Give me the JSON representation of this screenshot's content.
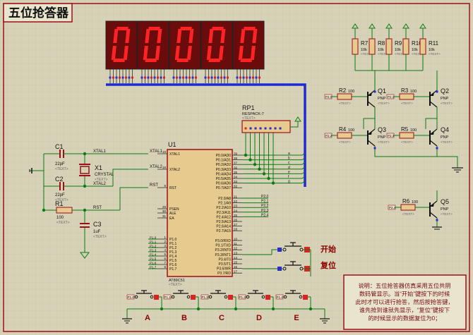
{
  "title": "五位抢答器",
  "display": {
    "digits": [
      "0",
      "0",
      "0",
      "0",
      "0"
    ],
    "color": "#ff2323",
    "bg": "#6a0c0c"
  },
  "mcu": {
    "ref": "U1",
    "part": "AT89C51",
    "text_tag": "<TEXT>",
    "left_pins": [
      {
        "num": "19",
        "name": "XTAL1"
      },
      {
        "num": "18",
        "name": "XTAL2"
      },
      {
        "num": "9",
        "name": "RST"
      },
      {
        "num": "29",
        "name": "PSEN"
      },
      {
        "num": "30",
        "name": "ALE"
      },
      {
        "num": "31",
        "name": "EA"
      },
      {
        "num": "1",
        "name": "P1.0"
      },
      {
        "num": "2",
        "name": "P1.1"
      },
      {
        "num": "3",
        "name": "P1.2"
      },
      {
        "num": "4",
        "name": "P1.3"
      },
      {
        "num": "5",
        "name": "P1.4"
      },
      {
        "num": "6",
        "name": "P1.5"
      },
      {
        "num": "7",
        "name": "P1.6"
      },
      {
        "num": "8",
        "name": "P1.7"
      }
    ],
    "p0_pins": [
      {
        "num": "39",
        "name": "P0.0/AD0"
      },
      {
        "num": "38",
        "name": "P0.1/AD1"
      },
      {
        "num": "37",
        "name": "P0.2/AD2"
      },
      {
        "num": "36",
        "name": "P0.3/AD3"
      },
      {
        "num": "35",
        "name": "P0.4/AD4"
      },
      {
        "num": "34",
        "name": "P0.5/AD5"
      },
      {
        "num": "33",
        "name": "P0.6/AD6"
      },
      {
        "num": "32",
        "name": "P0.7/AD7"
      }
    ],
    "p2_pins": [
      {
        "num": "21",
        "name": "P2.0/A8",
        "net": "P2.0"
      },
      {
        "num": "22",
        "name": "P2.1/A9",
        "net": "P2.1"
      },
      {
        "num": "23",
        "name": "P2.2/A10",
        "net": "P2.2"
      },
      {
        "num": "24",
        "name": "P2.3/A11",
        "net": "P2.3"
      },
      {
        "num": "25",
        "name": "P2.4/A12",
        "net": "P2.4"
      },
      {
        "num": "26",
        "name": "P2.5/A13",
        "net": ""
      },
      {
        "num": "27",
        "name": "P2.6/A14",
        "net": ""
      },
      {
        "num": "28",
        "name": "P2.7/A15",
        "net": ""
      }
    ],
    "p3_pins": [
      {
        "num": "10",
        "name": "P3.0/RXD"
      },
      {
        "num": "11",
        "name": "P3.1/TXD"
      },
      {
        "num": "12",
        "name": "P3.2/INT0"
      },
      {
        "num": "13",
        "name": "P3.3/INT1"
      },
      {
        "num": "14",
        "name": "P3.4/T0"
      },
      {
        "num": "15",
        "name": "P3.5/T1"
      },
      {
        "num": "16",
        "name": "P3.6/WR"
      },
      {
        "num": "17",
        "name": "P3.7/RD"
      }
    ],
    "p1_nets": [
      "P1.0",
      "P1.1",
      "P1.2",
      "P1.3",
      "P1.4",
      "P1.5",
      "P1.6",
      "P1.7"
    ]
  },
  "segment_labels": [
    "a",
    "b",
    "c",
    "d",
    "e",
    "f",
    "g"
  ],
  "rp1": {
    "ref": "RP1",
    "part": "RESPACK-7",
    "text_tag": "<TEXT>"
  },
  "osc": {
    "c1": {
      "ref": "C1",
      "value": "22pF"
    },
    "c2": {
      "ref": "C2",
      "value": "22pF"
    },
    "x1": {
      "ref": "X1",
      "value": "CRYSTAL"
    },
    "net_xtal1": "XTAL1",
    "net_xtal2": "XTAL2",
    "net_rst": "RST",
    "r1": {
      "ref": "R1",
      "value": "100"
    },
    "c3": {
      "ref": "C3",
      "value": "1uF"
    },
    "text_tag": "<TEXT>"
  },
  "pullups": [
    {
      "ref": "R7",
      "value": "10k"
    },
    {
      "ref": "R8",
      "value": "10k"
    },
    {
      "ref": "R9",
      "value": "10k"
    },
    {
      "ref": "R10",
      "value": "10k"
    },
    {
      "ref": "R11",
      "value": "10k"
    }
  ],
  "drivers": [
    {
      "r": "R2",
      "r_val": "100",
      "net": "P2.0",
      "q": "Q1",
      "type": "PNP"
    },
    {
      "r": "R3",
      "r_val": "100",
      "net": "P2.1",
      "q": "Q2",
      "type": "PNP"
    },
    {
      "r": "R4",
      "r_val": "100",
      "net": "P2.2",
      "q": "Q3",
      "type": "PNP"
    },
    {
      "r": "R5",
      "r_val": "100",
      "net": "P2.3",
      "q": "Q4",
      "type": "PNP"
    },
    {
      "r": "R6",
      "r_val": "100",
      "net": "P2.4",
      "q": "Q5",
      "type": "PNP"
    }
  ],
  "text_tag": "<TEXT>",
  "start_label": "开始",
  "reset_label": "复位",
  "bottom_buttons": [
    {
      "net": "P1.0",
      "label": "A"
    },
    {
      "net": "P1.1",
      "label": "B"
    },
    {
      "net": "P1.2",
      "label": "C"
    },
    {
      "net": "P1.3",
      "label": "D"
    },
    {
      "net": "P1.4",
      "label": "E"
    }
  ],
  "note": [
    "说明：五位抢答器仿真采用五位共阴",
    "数码管显示。当“开始”键按下的时候",
    "此时才可以进行抢答，然后按抢答键，",
    "谁先抢到谁就先显示，“复位”键按下",
    "的时候显示的数据复位为0；"
  ],
  "colors": {
    "wire": "#0b7b14",
    "part": "#9b0f19",
    "bus": "#1e2bd0",
    "pin": "#2b2bd0",
    "bg": "#d7d2b7",
    "grid": "#c6bfa0"
  }
}
